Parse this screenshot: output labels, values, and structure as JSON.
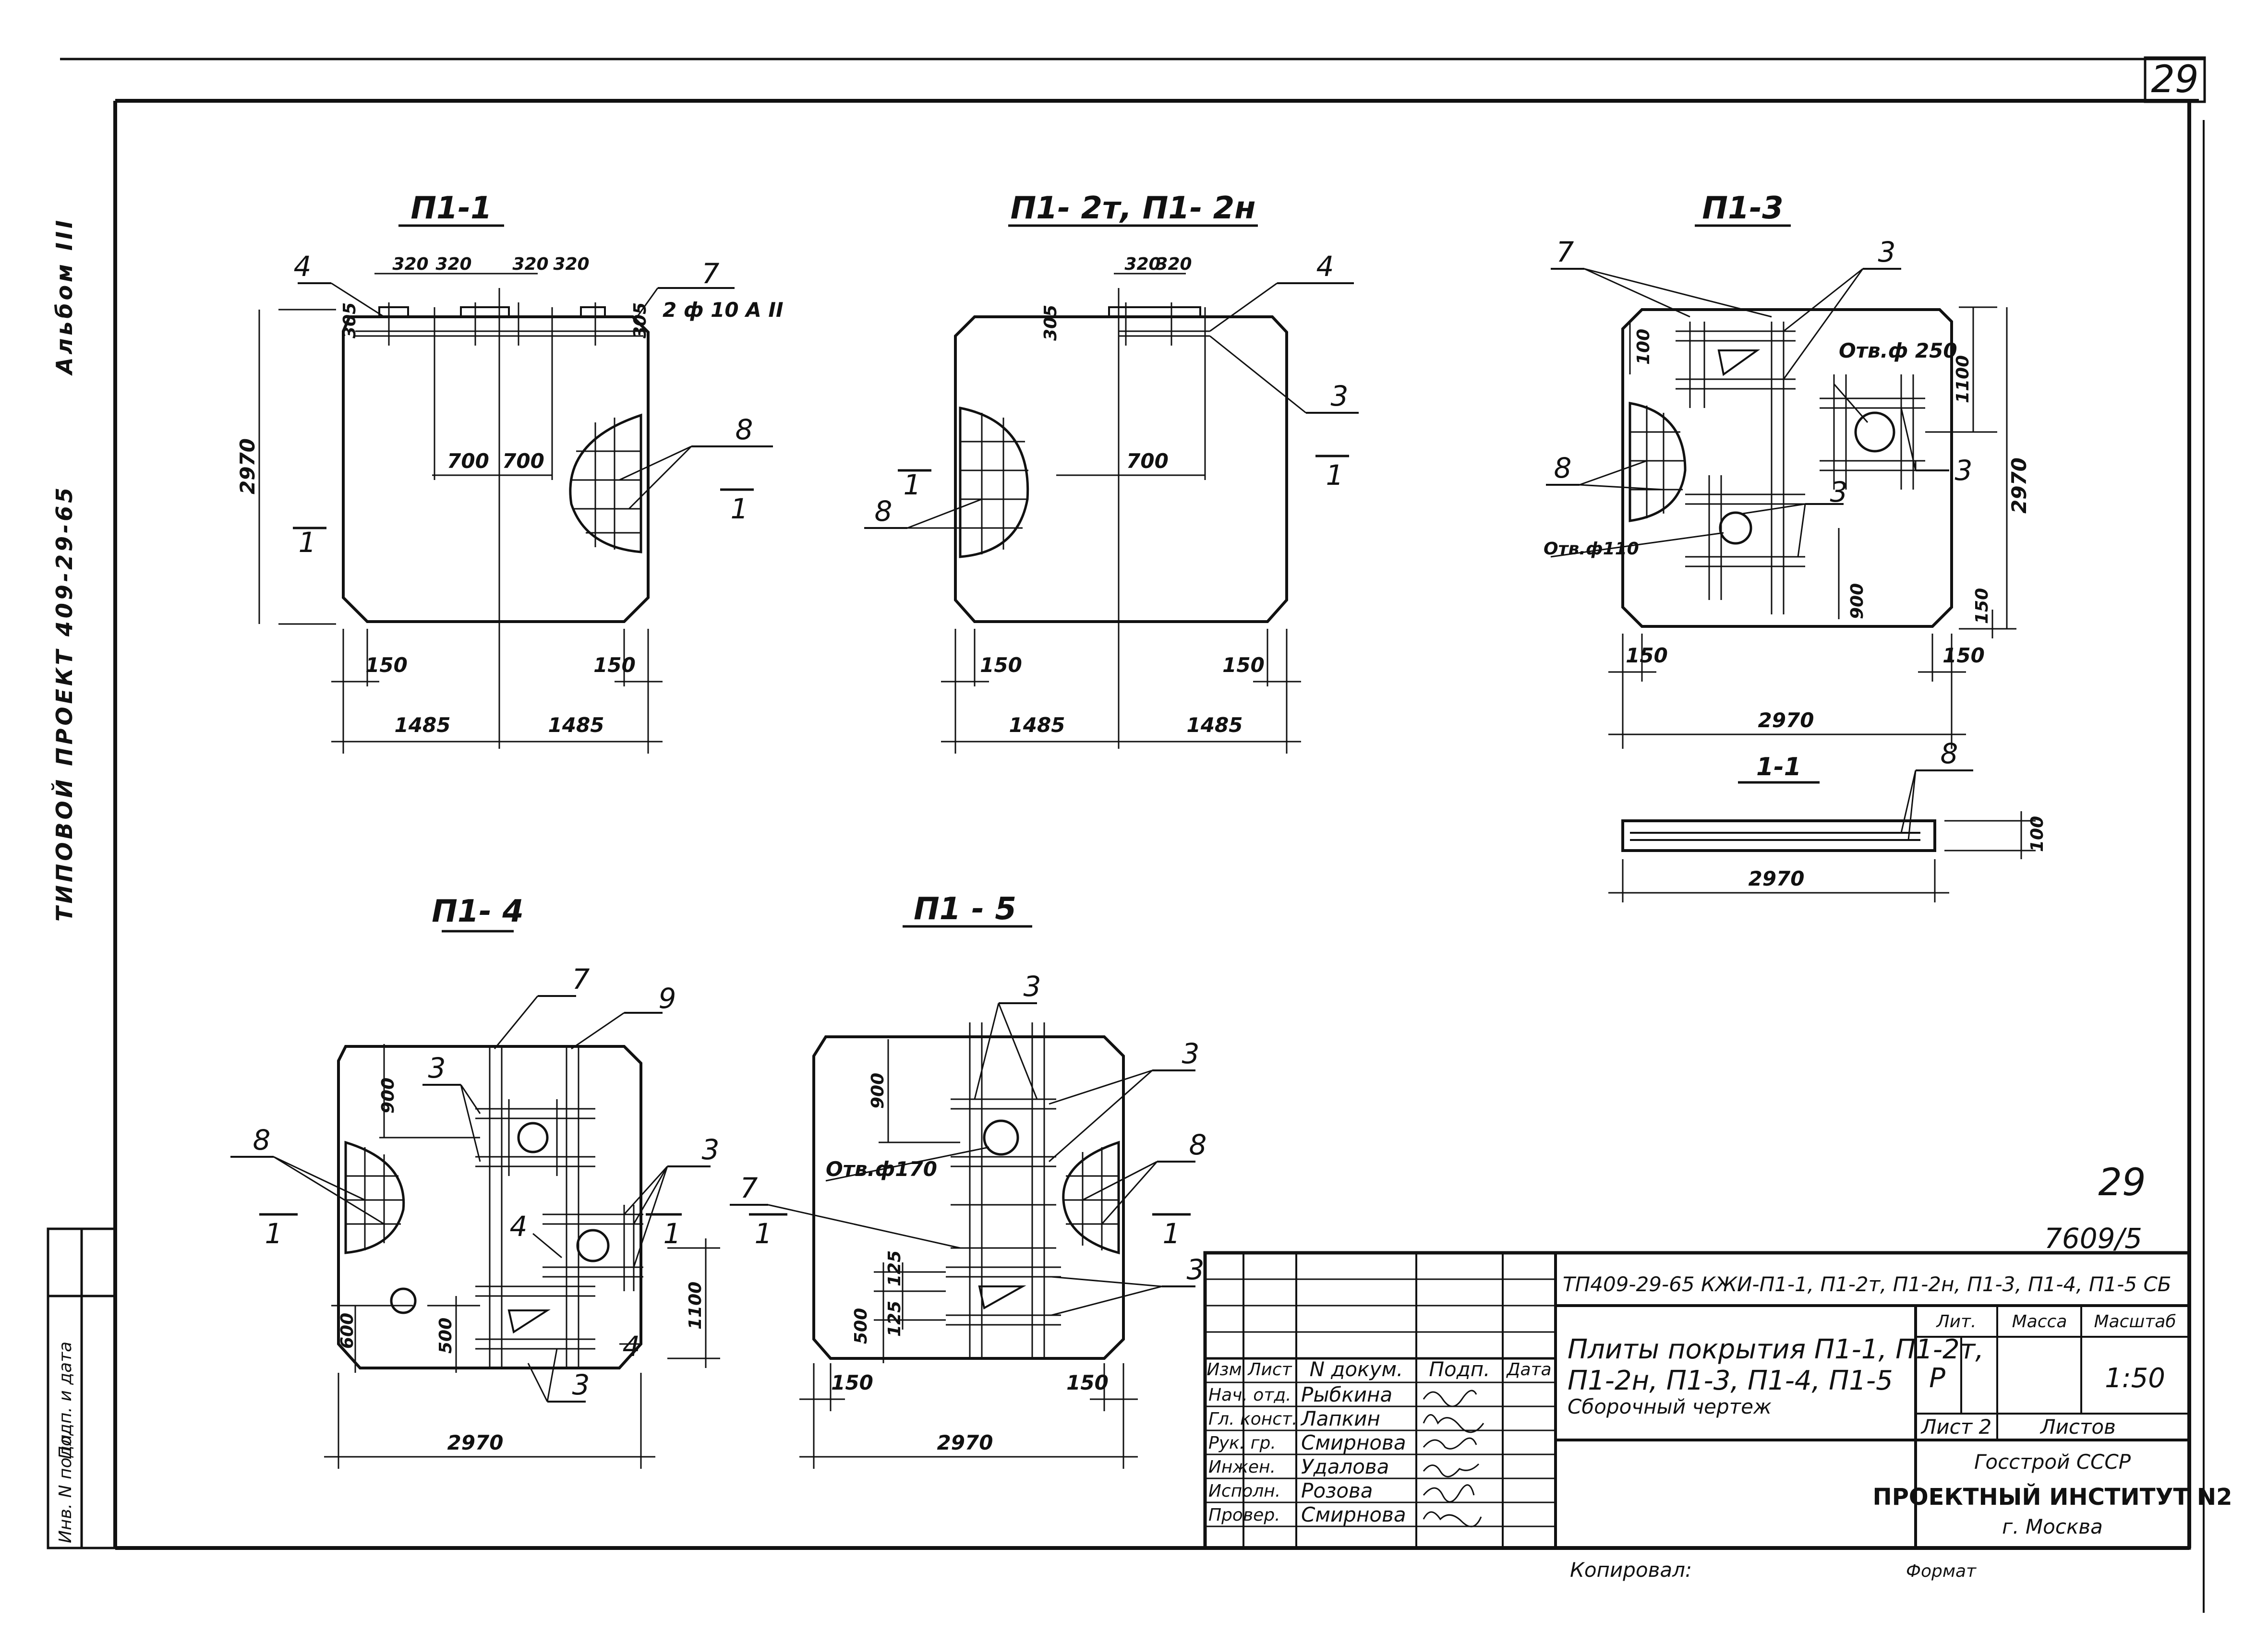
{
  "sheet_number_top": "29",
  "margin_title": "ТИПОВОЙ ПРОЕКТ 409-29-65",
  "margin_note": "Альбом III",
  "left_stamp": {
    "col1": "Инв. N подл.",
    "col2": "Подп. и дата"
  },
  "drawings": {
    "p11": {
      "title": "П1-1",
      "dim_320a": "320",
      "dim_320b": "320",
      "dim_320c": "320",
      "dim_320d": "320",
      "dim_305a": "305",
      "dim_305b": "305",
      "dim_700a": "700",
      "dim_700b": "700",
      "dim_2970": "2970",
      "dim_150a": "150",
      "dim_150b": "150",
      "dim_1485a": "1485",
      "dim_1485b": "1485",
      "callout_4": "4",
      "callout_7": "7",
      "callout_8": "8",
      "rebar_note": "2 ф 10 А II",
      "section_mark": "1"
    },
    "p12": {
      "title": "П1- 2т,  П1- 2н",
      "dim_320a": "320",
      "dim_320b": "320",
      "dim_305": "305",
      "dim_700": "700",
      "dim_150a": "150",
      "dim_150b": "150",
      "dim_1485a": "1485",
      "dim_1485b": "1485",
      "callout_4": "4",
      "callout_3": "3",
      "callout_8": "8",
      "section_mark": "1"
    },
    "p13": {
      "title": "П1-3",
      "dim_100": "100",
      "dim_1100": "1100",
      "dim_2970v": "2970",
      "dim_900": "900",
      "dim_150v": "150",
      "dim_150a": "150",
      "dim_150b": "150",
      "dim_2970h": "2970",
      "hole_250": "Отв.ф 250",
      "hole_110": "Отв.ф110",
      "callout_7": "7",
      "callout_3a": "3",
      "callout_3b": "3",
      "callout_3c": "3",
      "callout_8": "8"
    },
    "sect11": {
      "title": "1-1",
      "dim_100": "100",
      "dim_2970": "2970",
      "callout_8": "8"
    },
    "p14": {
      "title": "П1- 4",
      "dim_900": "900",
      "dim_1100": "1100",
      "dim_600": "600",
      "dim_500": "500",
      "dim_2970": "2970",
      "callout_7": "7",
      "callout_9": "9",
      "callout_3a": "3",
      "callout_3b": "3",
      "callout_3c": "3",
      "callout_4a": "4",
      "callout_4b": "4",
      "callout_8": "8",
      "section_mark": "1"
    },
    "p15": {
      "title": "П1 - 5",
      "dim_900": "900",
      "dim_500": "500",
      "dim_125a": "125",
      "dim_125b": "125",
      "dim_150a": "150",
      "dim_150b": "150",
      "dim_2970": "2970",
      "hole_170": "Отв.ф170",
      "callout_3a": "3",
      "callout_3b": "3",
      "callout_3c": "3",
      "callout_7": "7",
      "callout_8": "8",
      "section_mark": "1"
    }
  },
  "album_ref": {
    "top": "29",
    "bottom": "7609/5"
  },
  "title_block": {
    "code": "ТП409-29-65 КЖИ-П1-1, П1-2т, П1-2н, П1-3, П1-4, П1-5 СБ",
    "name_line1": "Плиты покрытия П1-1, П1-2т,",
    "name_line2": "П1-2н, П1-3,  П1-4,  П1-5",
    "name_line3": "Сборочный   чертеж",
    "hdr_izm": "Изм",
    "hdr_list": "Лист",
    "hdr_ndok": "N докум.",
    "hdr_podp": "Подп.",
    "hdr_data": "Дата",
    "roles": [
      {
        "role": "Нач. отд.",
        "person": "Рыбкина"
      },
      {
        "role": "Гл. конст.",
        "person": "Лапкин"
      },
      {
        "role": "Рук. гр.",
        "person": "Смирнова"
      },
      {
        "role": "Инжен.",
        "person": "Удалова"
      },
      {
        "role": "Исполн.",
        "person": "Розова"
      },
      {
        "role": "Провер.",
        "person": "Смирнова"
      }
    ],
    "lit_label": "Лит.",
    "mass_label": "Масса",
    "scale_label": "Масштаб",
    "lit_value": "Р",
    "scale_value": "1:50",
    "sheet_text": "Лист 2",
    "sheets_text": "Листов",
    "org1": "Госстрой СССР",
    "org2": "ПРОЕКТНЫЙ ИНСТИТУТ N2",
    "org3": "г. Москва"
  },
  "bottom_notes": {
    "copied": "Копировал:",
    "format": "Формат"
  }
}
